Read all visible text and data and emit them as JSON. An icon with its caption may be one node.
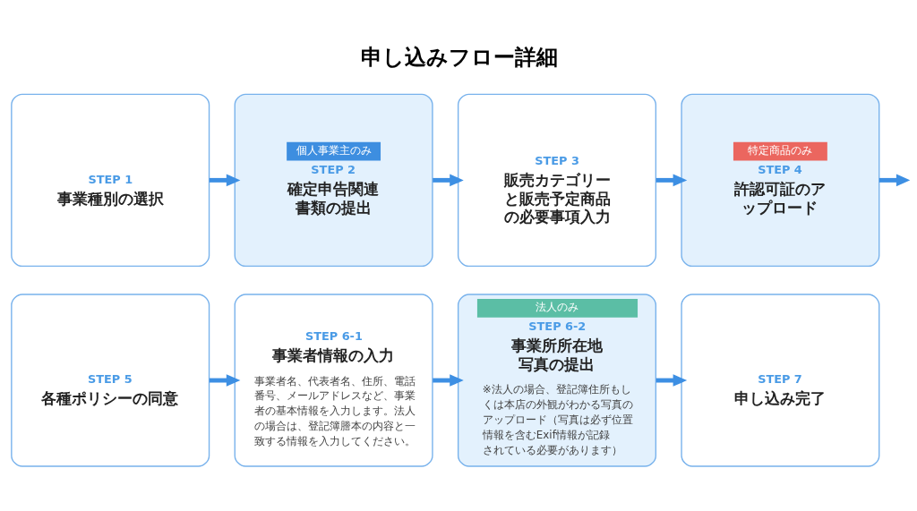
{
  "diagram": {
    "title": "申し込みフロー詳細",
    "nodes": [
      {
        "text": [
          "STEP 1",
          "事業種別の選択"
        ]
      },
      {
        "text": [
          "個人事業主のみ",
          "STEP 2",
          "確定申告関連書類の提出"
        ]
      },
      {
        "text": [
          "STEP 3",
          "販売カテゴリーと販売予定商品の必要事項入力"
        ]
      },
      {
        "text": [
          "特定商品のみ",
          "STEP 4",
          "許認可証のアップロード"
        ]
      },
      {
        "text": [
          "STEP 5",
          "各種ポリシーの同意"
        ]
      },
      {
        "text": [
          "STEP 6-1",
          "事業者情報の入力",
          "事業者名、代表者名、住所、電話番号、メールアドレスなど、事業者の基本情報を入力します。法人の場合は、登記簿謄本の内容と一致する情報を入力してください。"
        ]
      },
      {
        "text": [
          "法人のみ",
          "STEP 6-2",
          "事業所所在地写真の提出",
          "※法人の場合、登記簿住所もしくは本店の外観がわかる写真のアップロード（写真は必ず位置情報を含むExif情報が記録されている必要があります）"
        ]
      },
      {
        "text": [
          "STEP 7",
          "申し込み完了"
        ]
      }
    ],
    "edges": [
      {
        "from": 0,
        "to": 1,
        "arrow": "to"
      },
      {
        "from": 1,
        "to": 2,
        "arrow": "to"
      },
      {
        "from": 2,
        "to": 3,
        "arrow": "to"
      },
      {
        "from": 3,
        "to": null,
        "arrow": "to"
      },
      {
        "from": 4,
        "to": 5,
        "arrow": "to"
      },
      {
        "from": 5,
        "to": 6,
        "arrow": "to"
      },
      {
        "from": 6,
        "to": 7,
        "arrow": "to"
      }
    ]
  }
}
